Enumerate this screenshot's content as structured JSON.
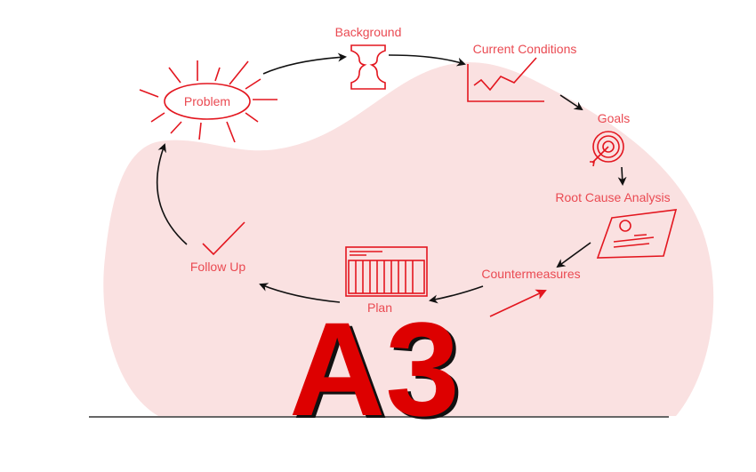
{
  "title": "A3",
  "steps": {
    "problem": "Problem",
    "background": "Background",
    "current_conditions": "Current Conditions",
    "goals": "Goals",
    "root_cause": "Root Cause Analysis",
    "countermeasures": "Countermeasures",
    "plan": "Plan",
    "follow_up": "Follow Up"
  },
  "colors": {
    "accent": "#e3161f",
    "label": "#ea4a52",
    "blob": "#fae1e1",
    "title": "#dd0000"
  }
}
